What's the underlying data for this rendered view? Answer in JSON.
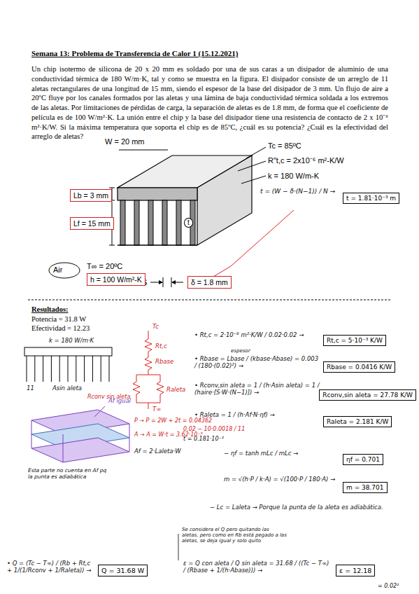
{
  "diagram": {
    "title": "Semana 13: Problema de Transferencia de Calor 1 (15.12.2021)",
    "nodes": [
      {
        "text": [
          "Lb = 3 mm"
        ]
      },
      {
        "text": [
          "Lf = 15 mm"
        ]
      },
      {
        "text": [
          "Air"
        ]
      },
      {
        "text": [
          "h = 100 W/m²-K"
        ]
      },
      {
        "text": [
          "δ = 1.8 mm"
        ]
      },
      {
        "text": [
          "t = 1.81·10⁻³ m"
        ]
      },
      {
        "text": [
          "Rt,c = 5·10⁻³ K/W"
        ]
      },
      {
        "text": [
          "Rbase = 0.0416 K/W"
        ]
      },
      {
        "text": [
          "Rconv,sin aleta = 27.78 K/W"
        ]
      },
      {
        "text": [
          "Raleta = 2.181 K/W"
        ]
      },
      {
        "text": [
          "ηf = 0.701"
        ]
      },
      {
        "text": [
          "m = 38.701"
        ]
      },
      {
        "text": [
          "Q = 31.68 W"
        ]
      },
      {
        "text": [
          "ε = 12.18"
        ]
      }
    ],
    "labels": [
      "Un chip isotermo de silicona de 20 x 20 mm es soldado por una de sus caras a un disipador de aluminio de una conductividad térmica de 180 W/m·K, tal y como se muestra en la figura. El disipador consiste de un arreglo de 11 aletas rectangulares de una longitud de 15 mm, siendo el espesor de la base del disipador de 3 mm. Un flujo de aire a 20ºC fluye por los canales formados por las aletas y una lámina de baja conductividad térmica soldada a los extremos de las aletas. Por limitaciones de pérdidas de carga, la separación de aletas es de 1.8 mm, de forma que el coeficiente de película es de 100 W/m²·K. La unión entre el chip y la base del disipador tiene una resistencia de contacto de 2 x 10⁻⁶ m²·K/W. Si la máxima temperatura que soporta el chip es de 85ºC, ¿cuál es su potencia? ¿Cuál es la efectividad del arreglo de aletas?",
      "W = 20 mm",
      "Tc = 85ºC",
      "R″t,c = 2x10⁻⁶ m²-K/W",
      "k = 180 W/m-K",
      "t",
      "T∞ = 20ºC",
      "S",
      "t = (W − δ·(N−1)) / N →",
      "Resultados:",
      "Potencia = 31.8 W",
      "Efectividad = 12.23",
      "• Rt,c = 2·10⁻⁶ m²·K/W / 0.02·0.02 →",
      "• Rbase = Lbase / (kbase·Abase) = 0.003 / (180·(0.02)²) →",
      "espesor",
      "• Rconv,sin aleta = 1 / (h·Asin aleta) = 1 / (haire·[S·W·(N−1)]) →",
      "• Raleta = 1 / (h·Af·N·ηf) →",
      "t = 0.181·10⁻²",
      "0.02 − 10·0.0018 / 11",
      "− ηf = tanh mLc / mLc →",
      "m = √(h·P / k·A) = √(100·P / 180·A) →",
      "− Lc = Laleta → Porque la punta de la aleta es adiabática.",
      "k = 180 W/m·K",
      "11",
      "Asin aleta",
      "Tc",
      "Rt,c",
      "Rbase",
      "Rconv sin aleta",
      "Raleta",
      "T∞",
      "Af igual",
      "P → P = 2W + 2t = 0.04362",
      "A → A = W·t = 3.62·10⁻⁵",
      "Af = 2·Laleta·W",
      "Esta parte no cuenta en Af pq la punta es adiabática",
      "Se considera el Q pero quitando las aletas, pero como en Rb está pegado a las aletas, se deja igual y solo quito",
      "• Q = (Tc − T∞) / (Rb + Rt,c + 1/(1/Rconv + 1/Raleta)) →",
      "ε = Q con aleta / Q sin aleta = 31.68 / ((Tc − T∞) / (Rbase + 1/(h·Abase))) →",
      "= 0.02²"
    ]
  }
}
